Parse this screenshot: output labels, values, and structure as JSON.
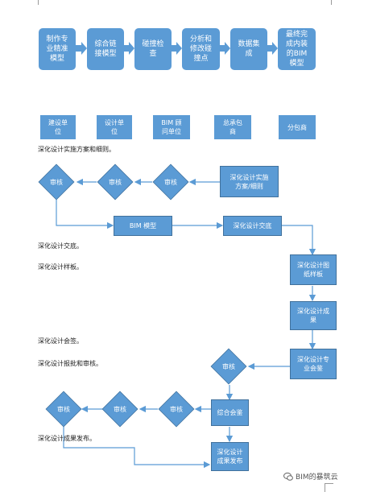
{
  "process_steps": [
    "制作专\n业精准\n模型",
    "综合链\n接模型",
    "碰撞检\n查",
    "分析和\n修改碰\n撞点",
    "数据集\n成",
    "最终完\n成内装\n的BIM\n模型"
  ],
  "parties": [
    "建设单\n位",
    "设计单\n位",
    "BIM 顾\n问单位",
    "总承包\n商",
    "分包商"
  ],
  "doc_notes": [
    "深化设计实施方案和细则。",
    "深化设计交底。",
    "深化设计样板。",
    "深化设计会签。",
    "深化设计报批和审核。",
    "深化设计成果发布。"
  ],
  "flow": {
    "plan": "深化设计实施\n方案/细则",
    "bim_model": "BIM 模型",
    "disclosure": "深化设计交底",
    "drawing_sample": "深化设计图\n纸样板",
    "results": "深化设计成\n果",
    "pro_sign": "深化设计专\n业会鉴",
    "combined_sign": "综合会鉴",
    "publish": "深化设计\n成果发布",
    "review": "审核"
  },
  "watermark": "BIM的暴筑云",
  "colors": {
    "box_fill": "#5b9bd5",
    "box_border": "#41719c",
    "arrow": "#5b9bd5"
  }
}
